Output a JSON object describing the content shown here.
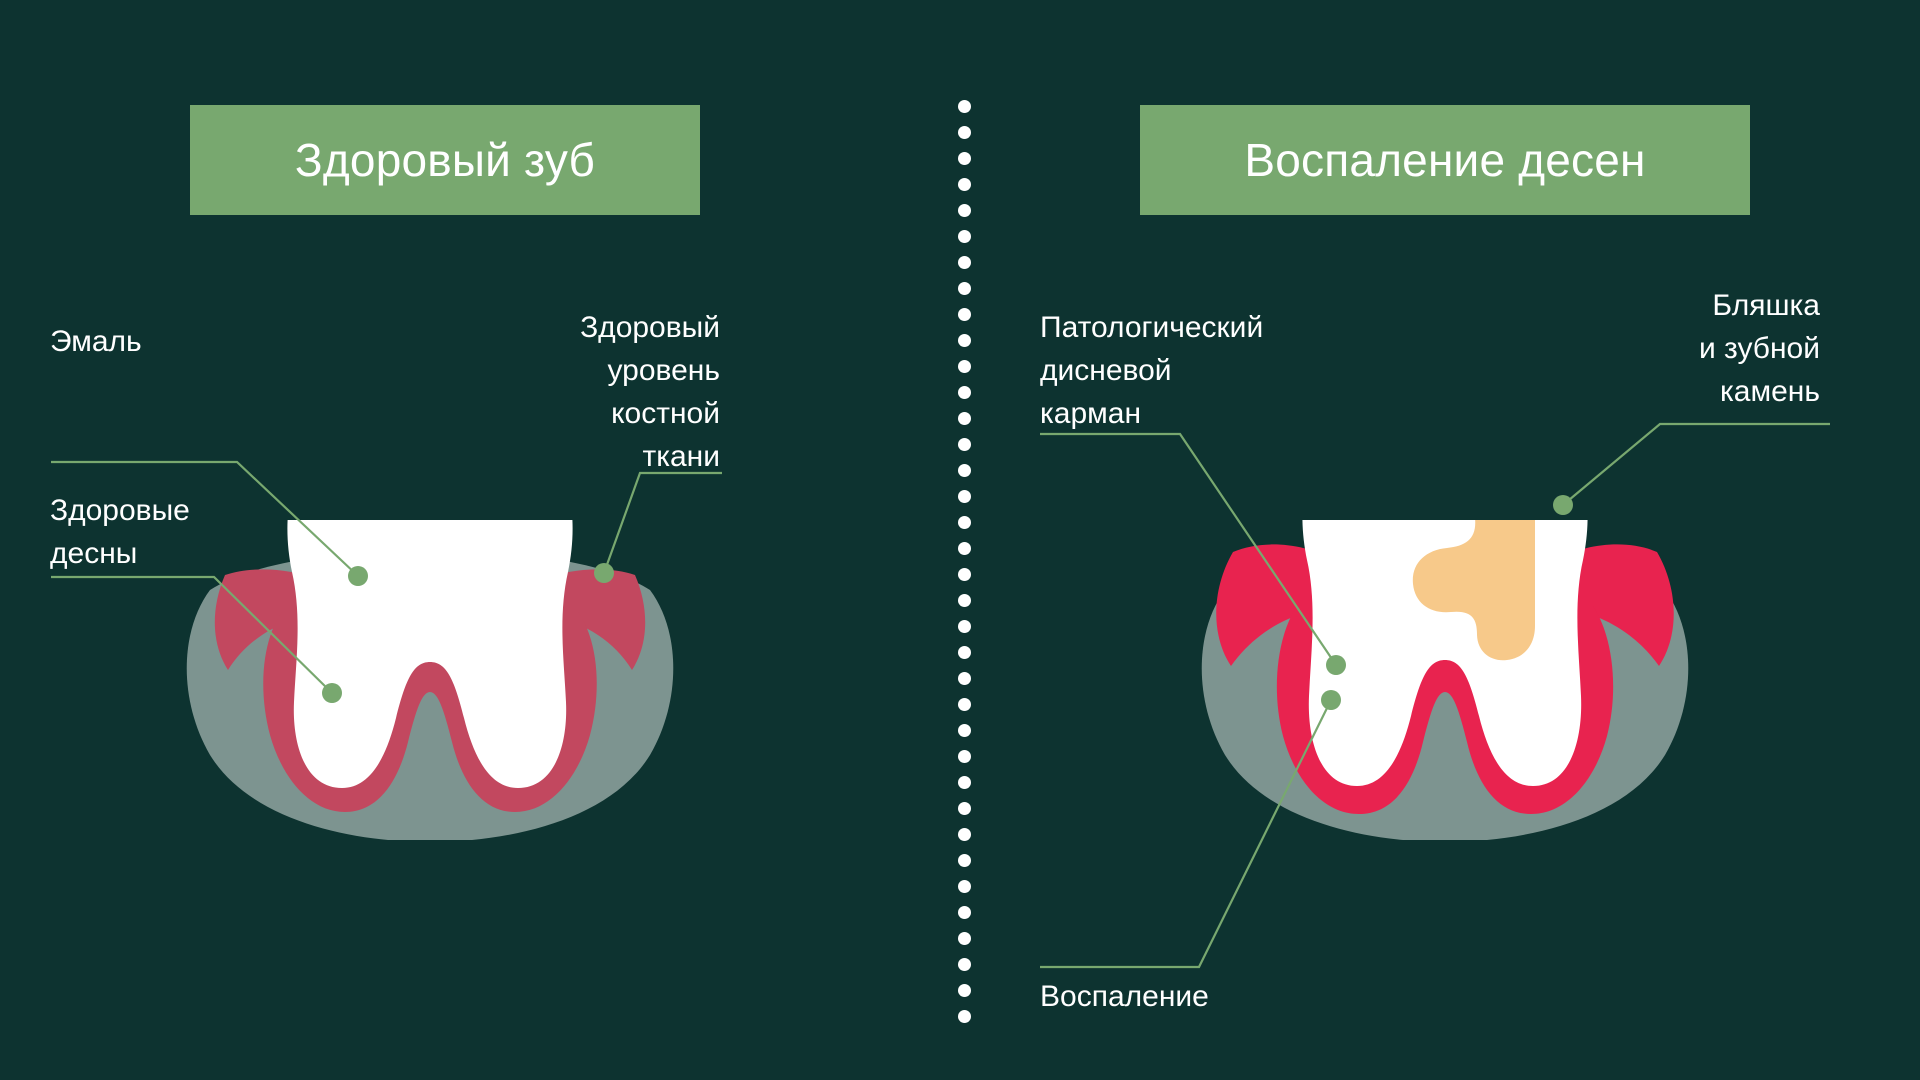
{
  "meta": {
    "bg_color": "#0d3330",
    "banner_color": "#78a86f",
    "text_color": "#ffffff",
    "leader_color": "#78a86f",
    "tooth_color": "#ffffff",
    "gum_color": "#c2485f",
    "bone_color": "#7d9490",
    "plaque_color": "#f7c98a"
  },
  "panels": {
    "left": {
      "title": "Здоровый зуб",
      "labels": {
        "enamel": "Эмаль",
        "healthy_gums": "Здоровые\nдесны",
        "bone_level": "Здоровый\nуровень\nкостной\nткани"
      }
    },
    "right": {
      "title": "Воспаление десен",
      "labels": {
        "pocket": "Патологический\nдисневой\nкарман",
        "plaque": "Бляшка\nи зубной\nкамень",
        "inflammation": "Воспаление"
      }
    }
  }
}
